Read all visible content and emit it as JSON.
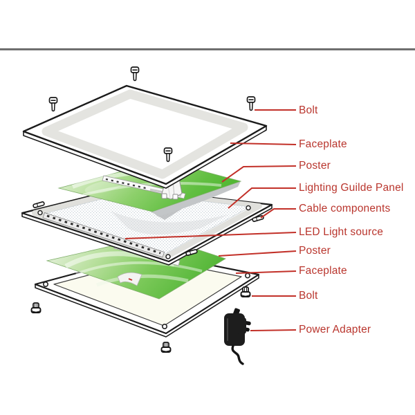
{
  "diagram": {
    "labels": {
      "bolt_top": "Bolt",
      "faceplate_top": "Faceplate",
      "poster_top": "Poster",
      "lighting_guide_panel": "Lighting Guilde Panel",
      "cable_components": "Cable components",
      "led_light_source": "LED Light source",
      "poster_bottom": "Poster",
      "faceplate_bottom": "Faceplate",
      "bolt_bottom": "Bolt",
      "power_adapter": "Power Adapter"
    },
    "colors": {
      "label_text": "#b9352d",
      "leader_line": "#c23028",
      "poster_green": "#4eb332",
      "faceplate_band": "#e4e4e0",
      "divider_gray": "#4a4a4a"
    }
  }
}
